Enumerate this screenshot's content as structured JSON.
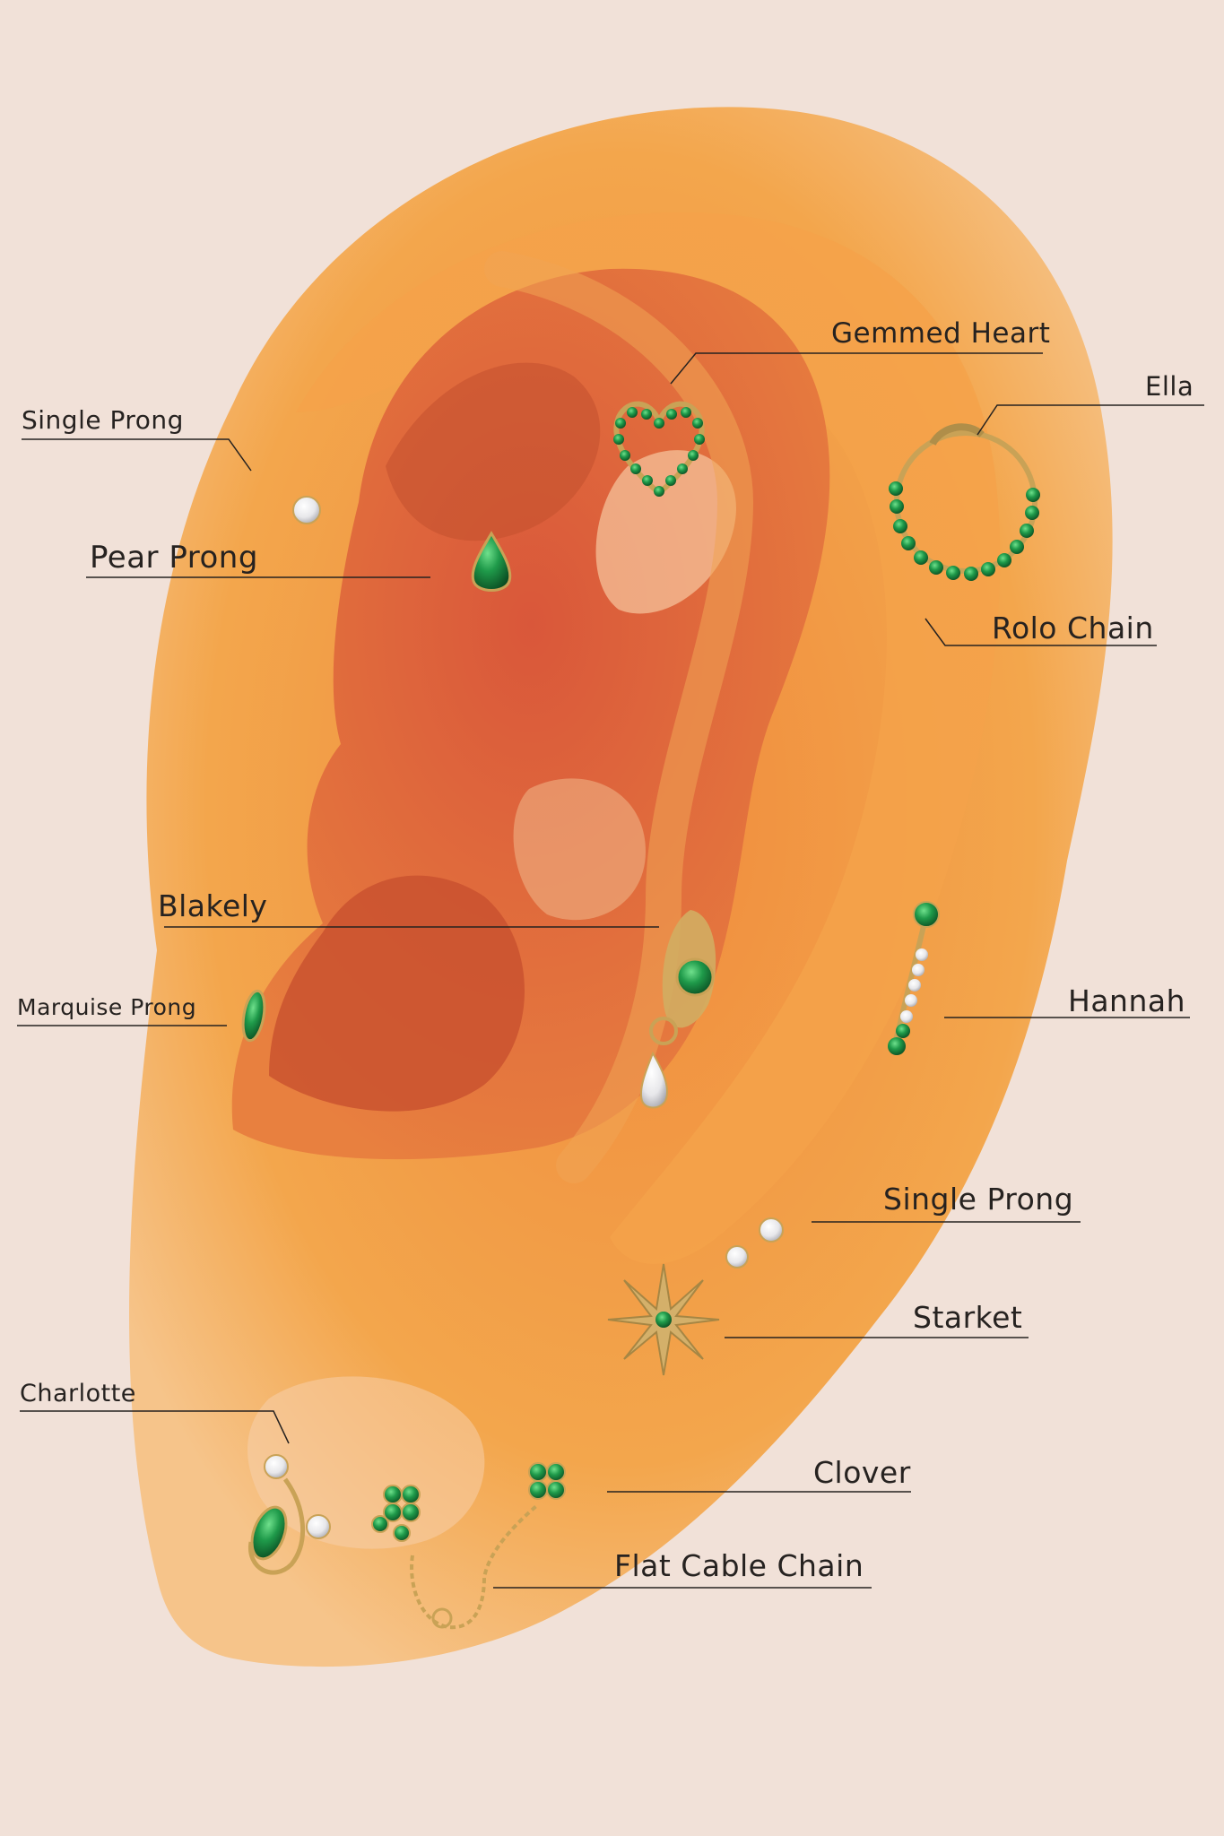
{
  "labels": {
    "gemmed_heart": "Gemmed Heart",
    "ella": "Ella",
    "single_prong_top": "Single Prong",
    "pear_prong": "Pear Prong",
    "rolo_chain": "Rolo Chain",
    "blakely": "Blakely",
    "marquise_prong": "Marquise Prong",
    "hannah": "Hannah",
    "single_prong_lower": "Single Prong",
    "starket": "Starket",
    "charlotte": "Charlotte",
    "clover": "Clover",
    "flat_cable_chain": "Flat Cable Chain"
  },
  "colors": {
    "background": "#f1e1d8",
    "ear_outer": "#f2a045",
    "ear_inner": "#e0663a",
    "ear_deep": "#c8502e",
    "gem_green": "#1f9a4a",
    "gold": "#c9a256",
    "text": "#262220"
  }
}
